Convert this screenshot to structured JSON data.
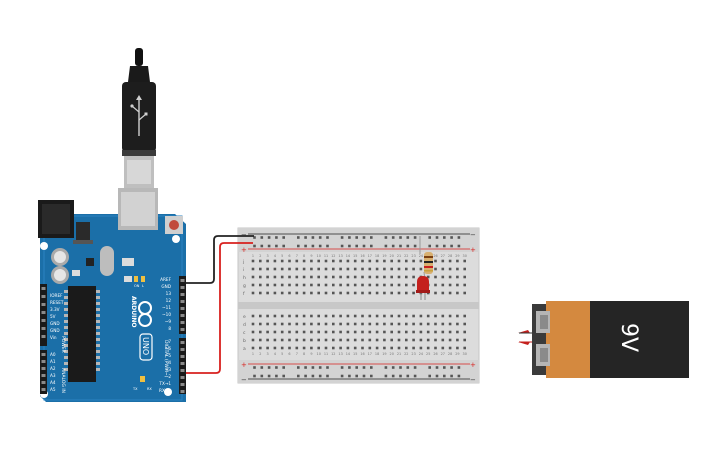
{
  "arduino": {
    "logo": "ARDUINO",
    "model": "UNO",
    "digital_label": "DIGITAL (PWM~)",
    "analog_label": "ANALOG IN",
    "power_label": "POWER",
    "tx_label": "TX",
    "rx_label": "RX",
    "on_label": "ON",
    "l_label": "L",
    "digital_pins": [
      "AREF",
      "GND",
      "13",
      "12",
      "~11",
      "~10",
      "~9",
      "8",
      "7",
      "~6",
      "~5",
      "4",
      "~3",
      "2",
      "TX→1",
      "RX←0"
    ],
    "power_pins": [
      "IOREF",
      "RESET",
      "3.3V",
      "5V",
      "GND",
      "GND",
      "Vin"
    ],
    "analog_pins": [
      "A0",
      "A1",
      "A2",
      "A3",
      "A4",
      "A5"
    ]
  },
  "breadboard": {
    "row_labels_top": [
      "j",
      "i",
      "h",
      "g",
      "f"
    ],
    "row_labels_bottom": [
      "e",
      "d",
      "c",
      "b",
      "a"
    ],
    "plus": "+",
    "minus": "−",
    "column_numbers": [
      "1",
      "2",
      "3",
      "4",
      "5",
      "6",
      "7",
      "8",
      "9",
      "10",
      "11",
      "12",
      "13",
      "14",
      "15",
      "16",
      "17",
      "18",
      "19",
      "20",
      "21",
      "22",
      "23",
      "24",
      "25",
      "26",
      "27",
      "28",
      "29",
      "30"
    ]
  },
  "battery": {
    "label": "9V"
  },
  "colors": {
    "board": "#1b6fa8",
    "wire_black": "#222222",
    "wire_red": "#d8201e",
    "led": "#c4201d",
    "battery_orange": "#d4893f",
    "battery_black": "#252525"
  },
  "icons": {
    "usb": "usb-icon",
    "infinity_logo": "arduino-infinity-icon"
  }
}
